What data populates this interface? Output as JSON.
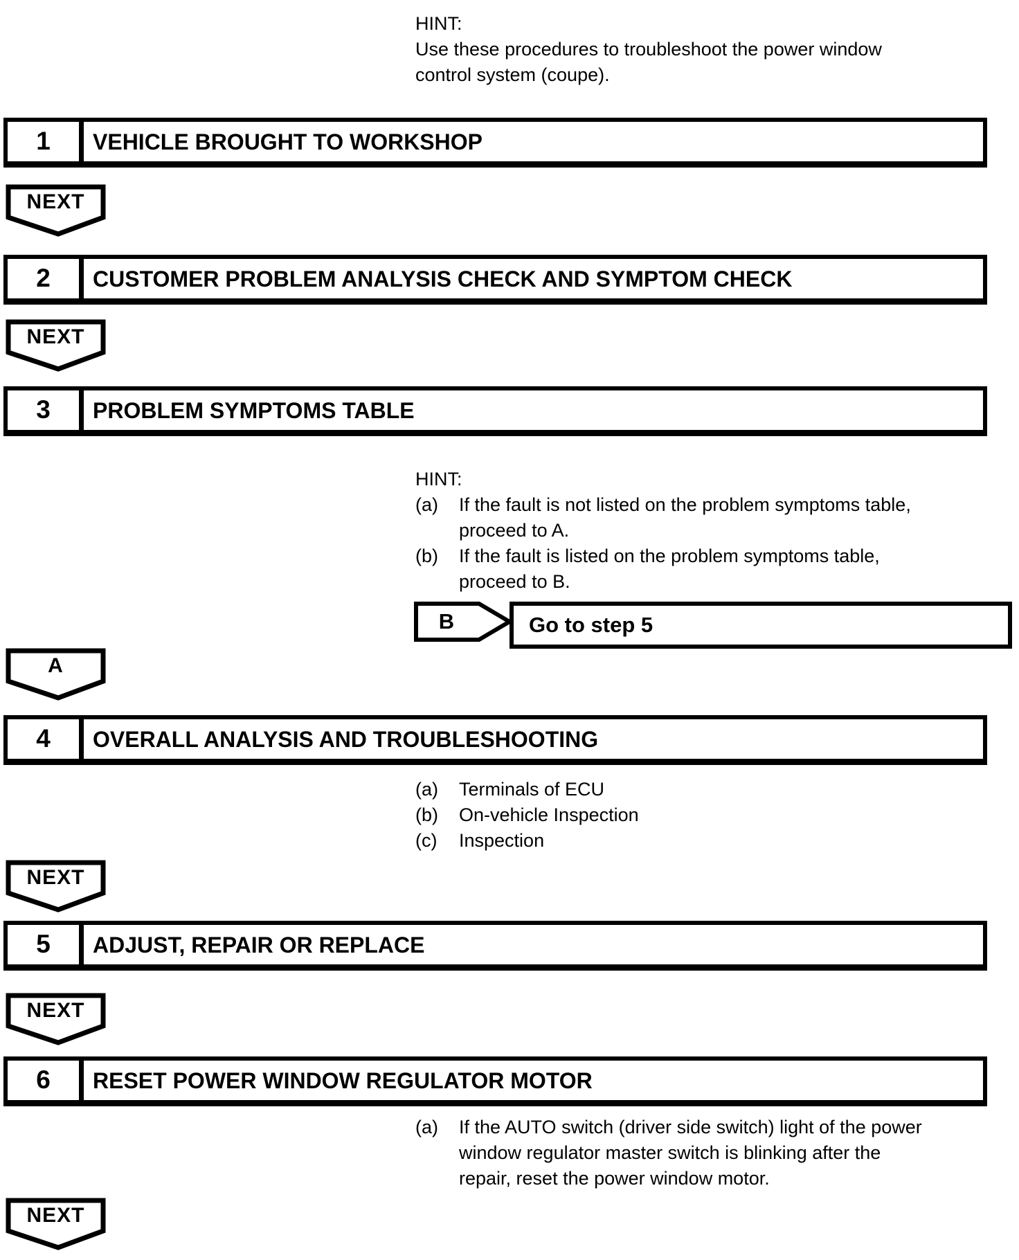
{
  "document": {
    "top_hint": {
      "heading": "HINT:",
      "lines": [
        "Use these procedures to troubleshoot the power window",
        "control system (coupe)."
      ]
    },
    "next_label": "NEXT",
    "steps": [
      {
        "number": "1",
        "title": "VEHICLE BROUGHT TO WORKSHOP"
      },
      {
        "number": "2",
        "title": "CUSTOMER PROBLEM ANALYSIS CHECK AND SYMPTOM CHECK"
      },
      {
        "number": "3",
        "title": "PROBLEM SYMPTOMS TABLE"
      },
      {
        "number": "4",
        "title": "OVERALL ANALYSIS AND TROUBLESHOOTING"
      },
      {
        "number": "5",
        "title": "ADJUST, REPAIR OR REPLACE"
      },
      {
        "number": "6",
        "title": "RESET POWER WINDOW REGULATOR MOTOR"
      }
    ],
    "step3_hint": {
      "heading": "HINT:",
      "items": [
        {
          "marker": "(a)",
          "lines": [
            "If the fault is not listed on the problem symptoms table,",
            "proceed to A."
          ]
        },
        {
          "marker": "(b)",
          "lines": [
            "If the fault is listed on the problem symptoms table,",
            "proceed to B."
          ]
        }
      ]
    },
    "branch_b": {
      "label": "B",
      "action": "Go to step 5"
    },
    "branch_a": {
      "label": "A"
    },
    "step4_list": [
      {
        "marker": "(a)",
        "text": "Terminals of ECU"
      },
      {
        "marker": "(b)",
        "text": "On-vehicle Inspection"
      },
      {
        "marker": "(c)",
        "text": "Inspection"
      }
    ],
    "step6_note": {
      "marker": "(a)",
      "lines": [
        "If the AUTO switch (driver side switch) light of the power",
        "window regulator master switch is blinking after the",
        "repair, reset the power window motor."
      ]
    },
    "colors": {
      "ink": "#000000",
      "paper": "#ffffff"
    }
  }
}
